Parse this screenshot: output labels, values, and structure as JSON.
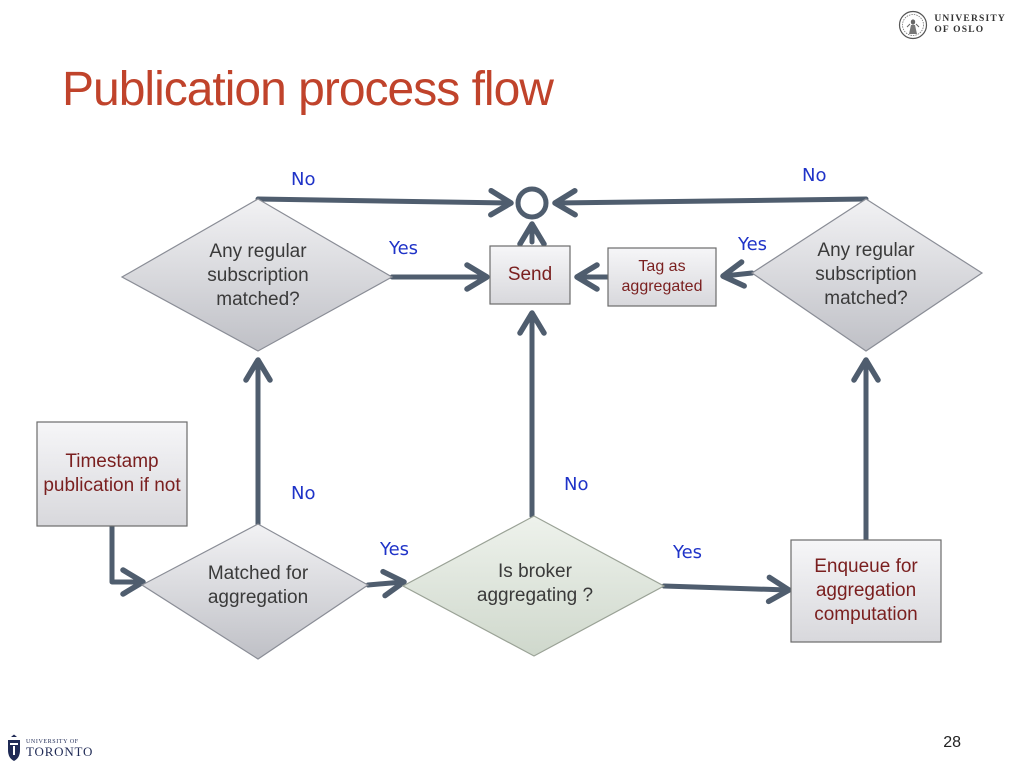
{
  "slide": {
    "title": "Publication process flow",
    "page_number": "28"
  },
  "logos": {
    "oslo": {
      "line1": "UNIVERSITY",
      "line2": "OF OSLO"
    },
    "toronto": {
      "line1": "UNIVERSITY OF",
      "line2": "TORONTO"
    }
  },
  "flow": {
    "nodes": {
      "timestamp": "Timestamp publication if not",
      "matched_for_aggregation": "Matched for aggregation",
      "broker_aggregating": "Is broker aggregating ?",
      "enqueue": "Enqueue for aggregation computation",
      "regular_left": "Any regular subscription matched?",
      "regular_right": "Any regular subscription matched?",
      "send": "Send",
      "tag_aggregated": "Tag as aggregated"
    },
    "edge_labels": {
      "no_top_left": "No",
      "no_top_right": "No",
      "yes_left_to_send": "Yes",
      "yes_right_to_tag": "Yes",
      "no_matched_up": "No",
      "no_broker_up": "No",
      "yes_matched_to_broker": "Yes",
      "yes_broker_to_enqueue": "Yes"
    }
  }
}
